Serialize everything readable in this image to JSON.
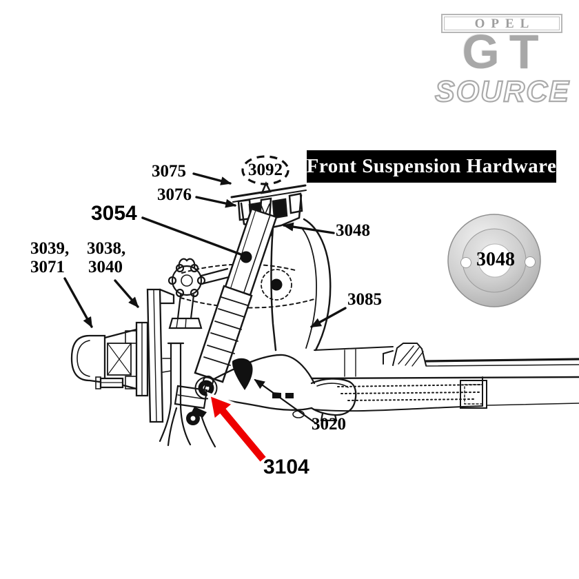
{
  "logo": {
    "opel": "OPEL",
    "gt": "GT",
    "source": "SOURCE",
    "gray": "#a8a8a8"
  },
  "banner": {
    "title": "Front Suspension Hardware",
    "bg": "#000000",
    "fg": "#ffffff"
  },
  "diagram": {
    "parts": {
      "p3075": "3075",
      "p3092": "3092",
      "p3076": "3076",
      "p3054": "3054",
      "p3048": "3048",
      "p3039": "3039,",
      "p3071": "3071",
      "p3038": "3038,",
      "p3040": "3040",
      "p3085": "3085",
      "p3020": "3020",
      "p3104": "3104"
    },
    "highlight_arrow_color": "#ee0000",
    "line_color": "#161616"
  },
  "inset": {
    "part": "3048"
  }
}
